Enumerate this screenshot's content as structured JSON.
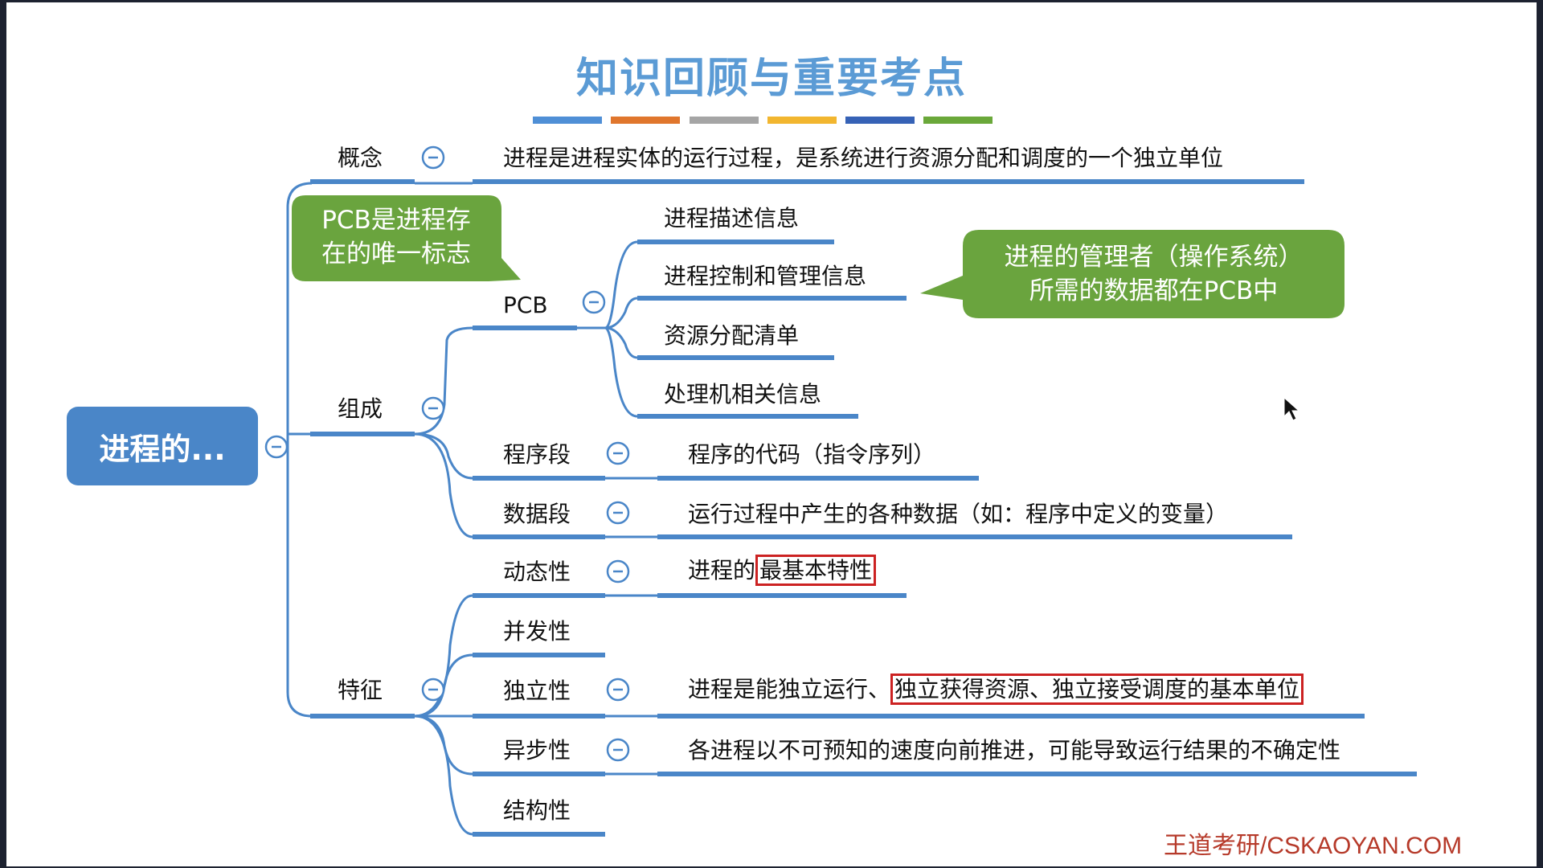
{
  "slide": {
    "title": "知识回顾与重要考点",
    "title_bar_colors": [
      "#4f8fd6",
      "#e0762d",
      "#a5a5a5",
      "#f2b62f",
      "#3662b6",
      "#6aa83a"
    ],
    "watermark": "王道考研/CSKAOYAN.COM"
  },
  "mindmap": {
    "root": "进程的...",
    "concept": {
      "label": "概念",
      "text": "进程是进程实体的运行过程，是系统进行资源分配和调度的一个独立单位"
    },
    "composition": {
      "label": "组成",
      "pcb": {
        "label": "PCB",
        "items": [
          "进程描述信息",
          "进程控制和管理信息",
          "资源分配清单",
          "处理机相关信息"
        ]
      },
      "program": {
        "label": "程序段",
        "text": "程序的代码（指令序列）"
      },
      "data": {
        "label": "数据段",
        "text": "运行过程中产生的各种数据（如：程序中定义的变量）"
      }
    },
    "features": {
      "label": "特征",
      "dynamic": {
        "label": "动态性",
        "text_prefix": "进程的",
        "text_highlight": "最基本特性"
      },
      "concurrent": {
        "label": "并发性"
      },
      "independent": {
        "label": "独立性",
        "text_prefix": "进程是能独立运行、",
        "text_highlight": "独立获得资源、独立接受调度的基本单位"
      },
      "async": {
        "label": "异步性",
        "text": "各进程以不可预知的速度向前推进，可能导致运行结果的不确定性"
      },
      "structural": {
        "label": "结构性"
      }
    }
  },
  "callouts": {
    "pcb_unique": {
      "line1": "PCB是进程存",
      "line2": "在的唯一标志"
    },
    "manager": {
      "line1": "进程的管理者（操作系统）",
      "line2": "所需的数据都在PCB中"
    }
  },
  "colors": {
    "line": "#4a86c8",
    "callout_fill": "#6aa43e",
    "highlight_border": "#cc2222"
  }
}
